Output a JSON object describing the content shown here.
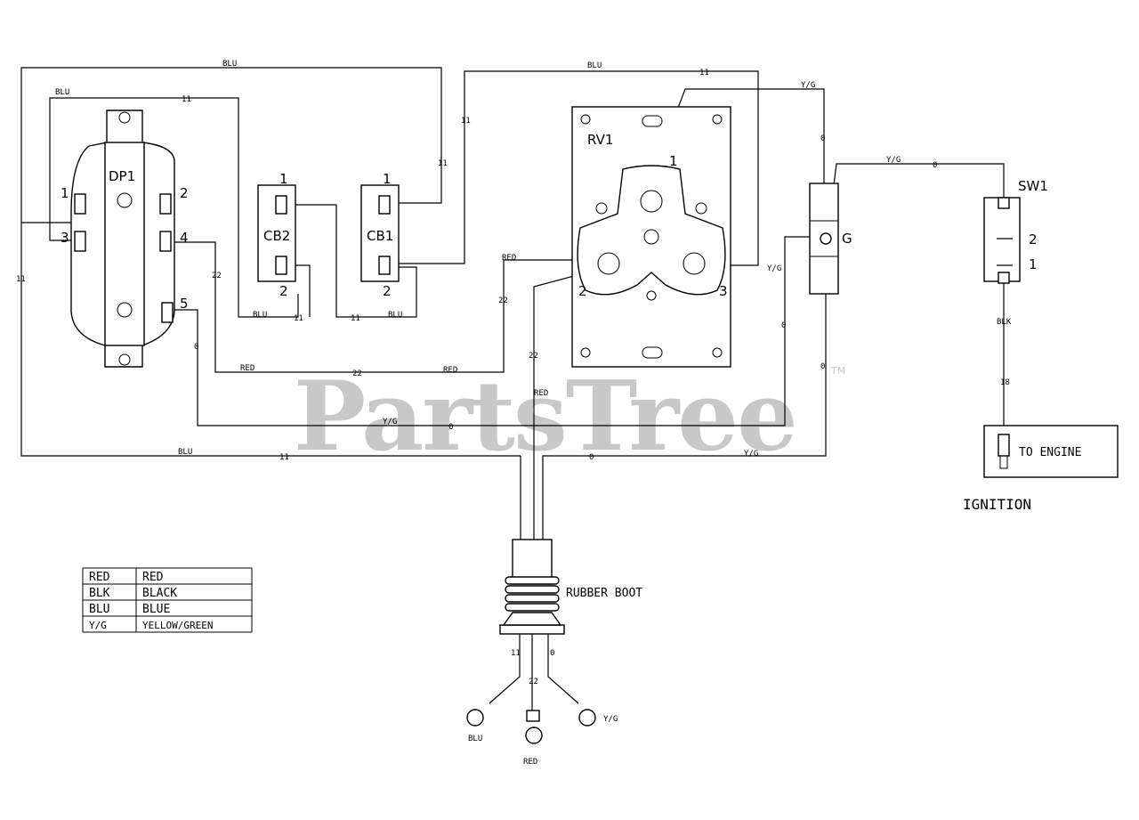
{
  "watermark": {
    "brand": "PartsTree",
    "tm": "TM"
  },
  "components": {
    "dp1": {
      "label": "DP1",
      "t1": "1",
      "t2": "2",
      "t3": "3",
      "t4": "4",
      "t5": "5"
    },
    "cb2": {
      "label": "CB2",
      "t1": "1",
      "t2": "2"
    },
    "cb1": {
      "label": "CB1",
      "t1": "1",
      "t2": "2"
    },
    "rv1": {
      "label": "RV1",
      "t1": "1",
      "t2": "2",
      "t3": "3"
    },
    "ground": {
      "label": "G"
    },
    "sw1": {
      "label": "SW1",
      "t1": "1",
      "t2": "2"
    },
    "engine": {
      "label": "TO ENGINE"
    },
    "ignition": {
      "label": "IGNITION"
    },
    "boot": {
      "label": "RUBBER BOOT"
    }
  },
  "wire_labels": {
    "blu": "BLU",
    "red": "RED",
    "yg": "Y/G",
    "blk": "BLK",
    "n11": "11",
    "n22": "22",
    "n0": "0",
    "n18": "18"
  },
  "legend": [
    {
      "code": "RED",
      "name": "RED"
    },
    {
      "code": "BLK",
      "name": "BLACK"
    },
    {
      "code": "BLU",
      "name": "BLUE"
    },
    {
      "code": "Y/G",
      "name": "YELLOW/GREEN"
    }
  ]
}
